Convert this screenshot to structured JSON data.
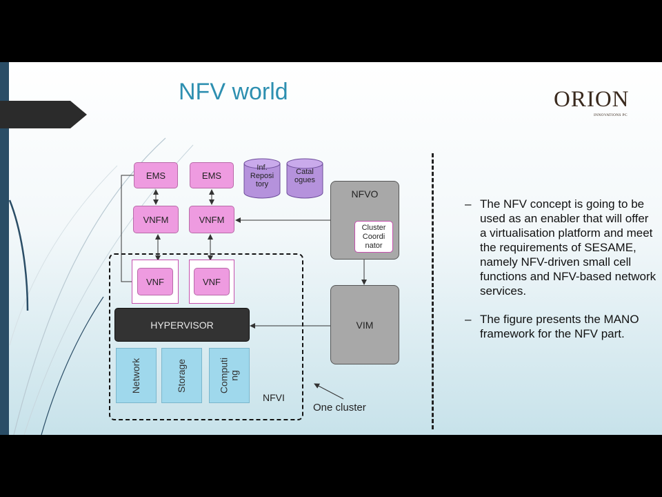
{
  "title": "NFV world",
  "logo": {
    "main": "ORION",
    "sub": "INNOVATIONS PC"
  },
  "diagram": {
    "ems": [
      "EMS",
      "EMS"
    ],
    "vnfm": [
      "VNFM",
      "VNFM"
    ],
    "vnf": [
      "VNF",
      "VNF"
    ],
    "repo": "Inf. Reposi tory",
    "catalogues": "Catal ogues",
    "nfvo": "NFVO",
    "cluster_coordinator": "Cluster Coordi nator",
    "vim": "VIM",
    "hypervisor": "HYPERVISOR",
    "network": "Network",
    "storage": "Storage",
    "computing": "Computi ng",
    "nfvi": "NFVI",
    "one_cluster": "One cluster"
  },
  "bullets": [
    "The NFV concept is going to be used as an enabler that will offer a virtualisation platform and meet the requirements of SESAME, namely NFV-driven small cell functions and NFV-based network services.",
    "The figure presents the MANO framework for the NFV part."
  ],
  "bullet_marker": "–",
  "colors": {
    "title": "#2d8fb0",
    "pink": "#ee9be0",
    "grey": "#a8a8a8",
    "blue": "#9fd8ec",
    "dark": "#333333"
  }
}
